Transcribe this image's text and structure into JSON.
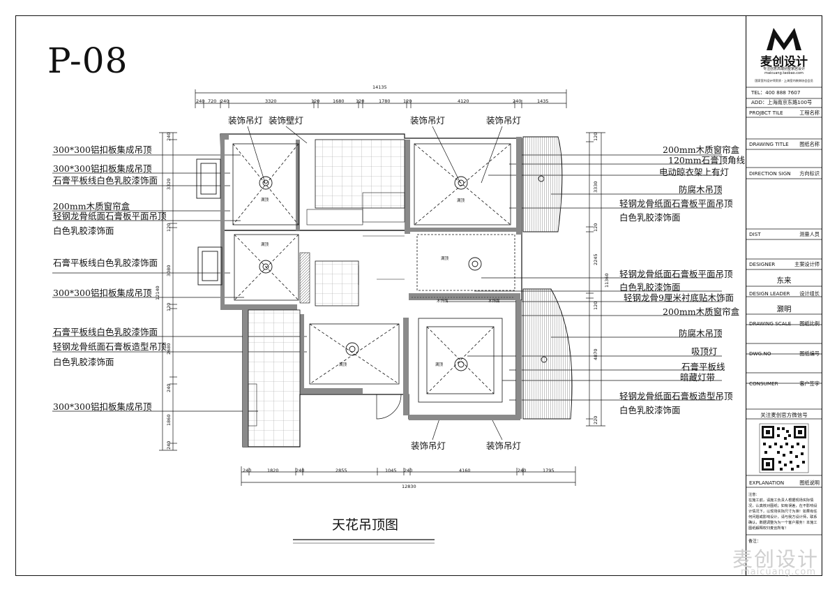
{
  "page_no": "P-08",
  "drawing_title": "天花吊顶图",
  "top_dims": {
    "total": "14135",
    "parts": [
      "240",
      "720",
      "240",
      "3320",
      "120",
      "1680",
      "120",
      "1780",
      "120",
      "4120",
      "240",
      "1435"
    ]
  },
  "bottom_dims": {
    "total": "12830",
    "parts": [
      "240",
      "1820",
      "240",
      "2855",
      "1045",
      "240",
      "4160",
      "240",
      "1795"
    ]
  },
  "left_dims": {
    "total": "12140",
    "parts": [
      "240",
      "3320",
      "120",
      "3080",
      "120",
      "2680",
      "240",
      "1860",
      "240"
    ]
  },
  "right_dims": {
    "total": "11360",
    "parts": [
      "120",
      "3330",
      "120",
      "2245",
      "120",
      "4870",
      "220"
    ]
  },
  "left_labels": [
    "300*300铝扣板集成吊顶",
    "300*300铝扣板集成吊顶",
    "石膏平板线白色乳胶漆饰面",
    "200mm木质窗帘盒",
    "轻钢龙骨纸面石膏板平面吊顶",
    "白色乳胶漆饰面",
    "石膏平板线白色乳胶漆饰面",
    "300*300铝扣板集成吊顶",
    "石膏平板线白色乳胶漆饰面",
    "轻钢龙骨纸面石膏板造型吊顶",
    "白色乳胶漆饰面",
    "300*300铝扣板集成吊顶"
  ],
  "right_labels": [
    "200mm木质窗帘盒",
    "120mm石膏顶角线",
    "电动晾衣架上有灯",
    "防腐木吊顶",
    "轻钢龙骨纸面石膏板平面吊顶",
    "白色乳胶漆饰面",
    "轻钢龙骨纸面石膏板平面吊顶",
    "白色乳胶漆饰面",
    "轻钢龙骨9厘米衬底贴木饰面",
    "200mm木质窗帘盒",
    "防腐木吊顶",
    "吸顶灯",
    "石膏平板线",
    "暗藏灯带",
    "轻钢龙骨纸面石膏板造型吊顶",
    "白色乳胶漆饰面"
  ],
  "top_labels": [
    "装饰吊灯",
    "装饰壁灯",
    "装饰吊灯",
    "装饰吊灯"
  ],
  "bottom_labels": [
    "装饰吊灯",
    "装饰吊灯"
  ],
  "room_tags": [
    "满顶",
    "满顶",
    "满顶",
    "满顶",
    "满顶",
    "满顶",
    "木饰面",
    "木饰面"
  ],
  "title_block": {
    "logo_mark": "M",
    "logo_text": "麦创设计",
    "logo_sub1": "专注创意高端别墅家居设计",
    "logo_sub2": "maicuang.taobao.com",
    "logo_sub3": "国家室内设计师资质 · 上海室内装饰协会会员",
    "tel": "TEL：400 888 7607",
    "add": "ADD：上海南京东路100号",
    "project_title_en": "PROJBCT TILE",
    "project_title_cn": "工程名称",
    "drawing_title_en": "DRAWING TITLE",
    "drawing_title_cn": "图纸名称",
    "direction_en": "DIRECTION SIGN",
    "direction_cn": "方向标识",
    "dist_en": "DIST",
    "dist_cn": "测量人员",
    "designer_en": "DESIGNER",
    "designer_cn": "主案设计师",
    "designer_name": "东来",
    "leader_en": "DESIGN LEADER",
    "leader_cn": "设计组长",
    "leader_name": "灏明",
    "scale_en": "DRAWING SCALE",
    "scale_cn": "图纸比例",
    "dwg_en": "DWG.NO",
    "dwg_cn": "图纸编号",
    "consumer_en": "CONSUMER",
    "consumer_cn": "客户签字",
    "wechat": "关注麦创官方微信号",
    "explanation_en": "EXPLANATION",
    "explanation_cn": "图纸说明",
    "notes_head": "注意：",
    "notes_body": "在施工前，请施工负责人根据现场实际情况，认真核对图纸；如有误差，在不影响设计情况下，以现场实际尺寸为准！如果有任何问题或影响设计，请与我方设计师，联系确认，数据调整为为一个客户服务！本施工图纸解释权归麦创所有！",
    "remark": "备注："
  },
  "watermark": "麦创设计",
  "watermark_url": "maicuang.com"
}
